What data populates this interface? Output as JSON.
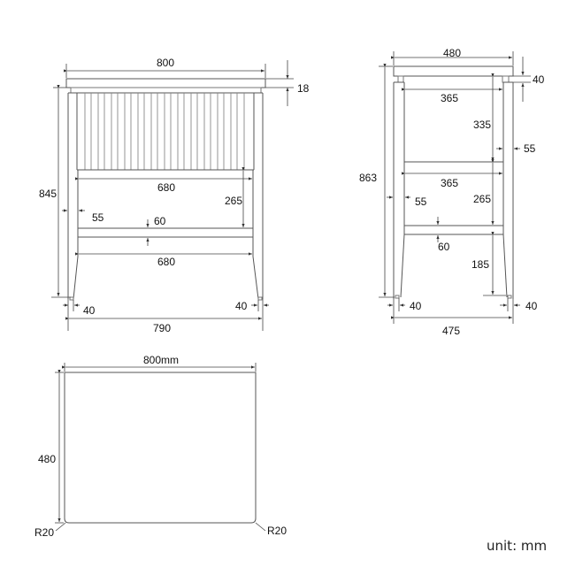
{
  "front_view": {
    "top_width": "800",
    "top_thickness": "18",
    "height": "845",
    "apron_inner_width": "680",
    "drawer_to_rail": "265",
    "leg_width": "55",
    "rail_height": "60",
    "lower_inner_width": "680",
    "foot_left": "40",
    "foot_right": "40",
    "base_width": "790"
  },
  "side_view": {
    "top_depth": "480",
    "top_thickness": "40",
    "inner_top": "365",
    "upper_gap": "335",
    "leg_width_right": "55",
    "height": "863",
    "inner_mid": "365",
    "leg_width_left": "55",
    "mid_gap": "265",
    "rail_height": "60",
    "lower_gap": "185",
    "foot_left": "40",
    "foot_right": "40",
    "base_depth": "475"
  },
  "top_view": {
    "width": "800mm",
    "depth": "480",
    "radius_left": "R20",
    "radius_right": "R20"
  },
  "unit_label": "unit: mm"
}
